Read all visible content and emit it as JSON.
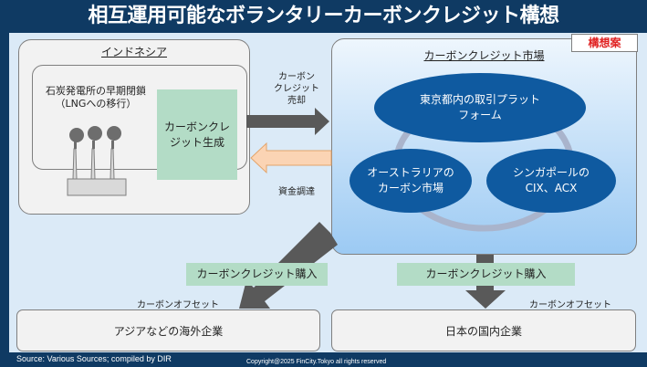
{
  "title": "相互運用可能なボランタリーカーボンクレジット構想",
  "draft_badge": "構想案",
  "indonesia": {
    "title": "インドネシア",
    "coal_text_line1": "石炭発電所の早期閉鎖",
    "coal_text_line2": "（LNGへの移行）",
    "icon": "factory-smokestack-icon",
    "generation_line1": "カーボンクレ",
    "generation_line2": "ジット生成"
  },
  "flows": {
    "sell_line1": "カーボン",
    "sell_line2": "クレジット",
    "sell_line3": "売却",
    "funding": "資金調達"
  },
  "market": {
    "title": "カーボンクレジット市場",
    "tokyo_line1": "東京都内の取引プラット",
    "tokyo_line2": "フォーム",
    "australia_line1": "オーストラリアの",
    "australia_line2": "カーボン市場",
    "singapore_line1": "シンガポールの",
    "singapore_line2": "CIX、ACX"
  },
  "purchase_left": "カーボンクレジット購入",
  "purchase_right": "カーボンクレジット購入",
  "offset_left": "カーボンオフセット",
  "offset_right": "カーボンオフセット",
  "company_asia": "アジアなどの海外企業",
  "company_japan": "日本の国内企業",
  "footer": {
    "source": "Source: Various Sources; compiled by DIR",
    "copyright": "Copyright@2025 FinCity.Tokyo all rights reserved"
  },
  "colors": {
    "header_bg": "#0f3a63",
    "canvas_bg": "#dbeaf7",
    "ellipse": "#0f5aa0",
    "green_box": "#b3dcc6",
    "arrow_dark": "#595959",
    "arrow_orange": "#fbd4b4",
    "draft_red": "#e02020"
  }
}
